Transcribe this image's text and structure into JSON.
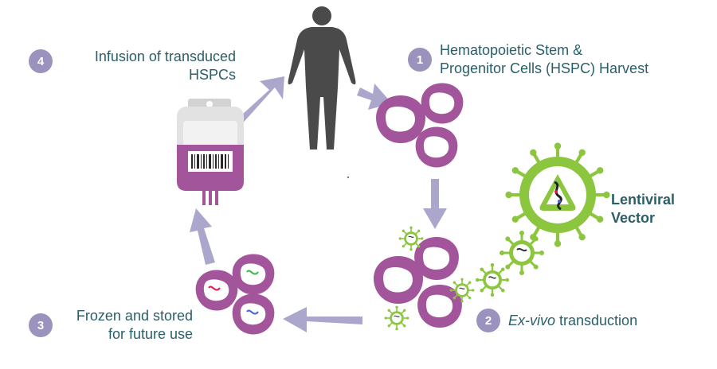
{
  "steps": [
    {
      "num": "1",
      "line1": "Hematopoietic Stem &",
      "line2": "Progenitor Cells (HSPC) Harvest"
    },
    {
      "num": "2",
      "italic": "Ex-vivo",
      "rest": " transduction"
    },
    {
      "num": "3",
      "line1": "Frozen and stored",
      "line2": "for future use"
    },
    {
      "num": "4",
      "line1": "Infusion of transduced",
      "line2": "HSPCs"
    }
  ],
  "vector": {
    "line1": "Lentiviral",
    "line2": "Vector"
  },
  "colors": {
    "badge": "#9b93bd",
    "text": "#2a5f6a",
    "cell": "#a3559b",
    "arrow": "#aba6cc",
    "virus": "#8cc63f",
    "human": "#4a4a4a",
    "bag": "#a3559b"
  },
  "icons": [
    "human-figure-icon",
    "iv-bag-icon",
    "cell-icon",
    "virus-icon",
    "arrow-icon"
  ]
}
